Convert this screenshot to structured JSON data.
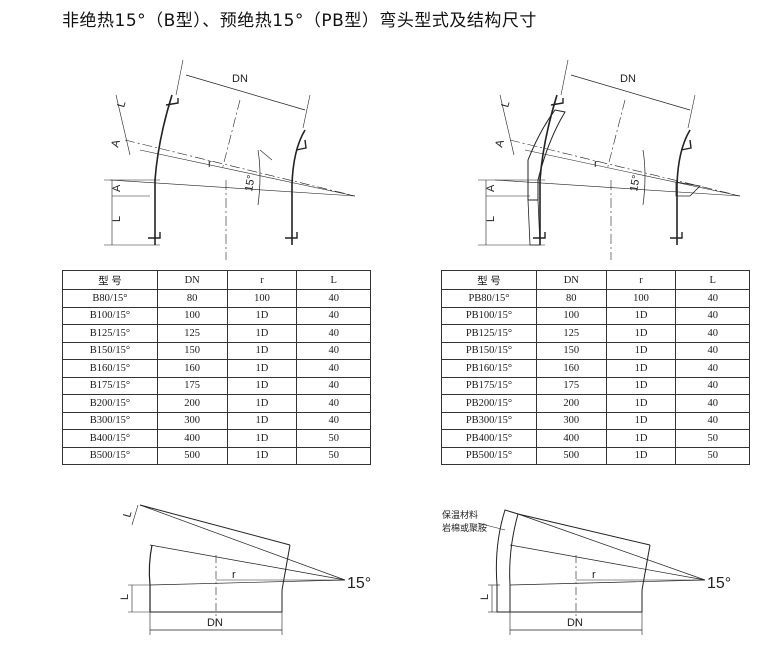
{
  "title": "非绝热15°（B型）、预绝热15°（PB型）弯头型式及结构尺寸",
  "labels": {
    "dn": "DN",
    "l": "L",
    "a": "A",
    "r": "r",
    "angle": "15°",
    "insulation_line1": "保温材料",
    "insulation_line2": "岩棉或聚胺"
  },
  "tables": {
    "left": {
      "headers": [
        "型  号",
        "DN",
        "r",
        "L"
      ],
      "rows": [
        [
          "B80/15°",
          "80",
          "100",
          "40"
        ],
        [
          "B100/15°",
          "100",
          "1D",
          "40"
        ],
        [
          "B125/15°",
          "125",
          "1D",
          "40"
        ],
        [
          "B150/15°",
          "150",
          "1D",
          "40"
        ],
        [
          "B160/15°",
          "160",
          "1D",
          "40"
        ],
        [
          "B175/15°",
          "175",
          "1D",
          "40"
        ],
        [
          "B200/15°",
          "200",
          "1D",
          "40"
        ],
        [
          "B300/15°",
          "300",
          "1D",
          "40"
        ],
        [
          "B400/15°",
          "400",
          "1D",
          "50"
        ],
        [
          "B500/15°",
          "500",
          "1D",
          "50"
        ]
      ]
    },
    "right": {
      "headers": [
        "型  号",
        "DN",
        "r",
        "L"
      ],
      "rows": [
        [
          "PB80/15°",
          "80",
          "100",
          "40"
        ],
        [
          "PB100/15°",
          "100",
          "1D",
          "40"
        ],
        [
          "PB125/15°",
          "125",
          "1D",
          "40"
        ],
        [
          "PB150/15°",
          "150",
          "1D",
          "40"
        ],
        [
          "PB160/15°",
          "160",
          "1D",
          "40"
        ],
        [
          "PB175/15°",
          "175",
          "1D",
          "40"
        ],
        [
          "PB200/15°",
          "200",
          "1D",
          "40"
        ],
        [
          "PB300/15°",
          "300",
          "1D",
          "40"
        ],
        [
          "PB400/15°",
          "400",
          "1D",
          "50"
        ],
        [
          "PB500/15°",
          "500",
          "1D",
          "50"
        ]
      ]
    }
  }
}
